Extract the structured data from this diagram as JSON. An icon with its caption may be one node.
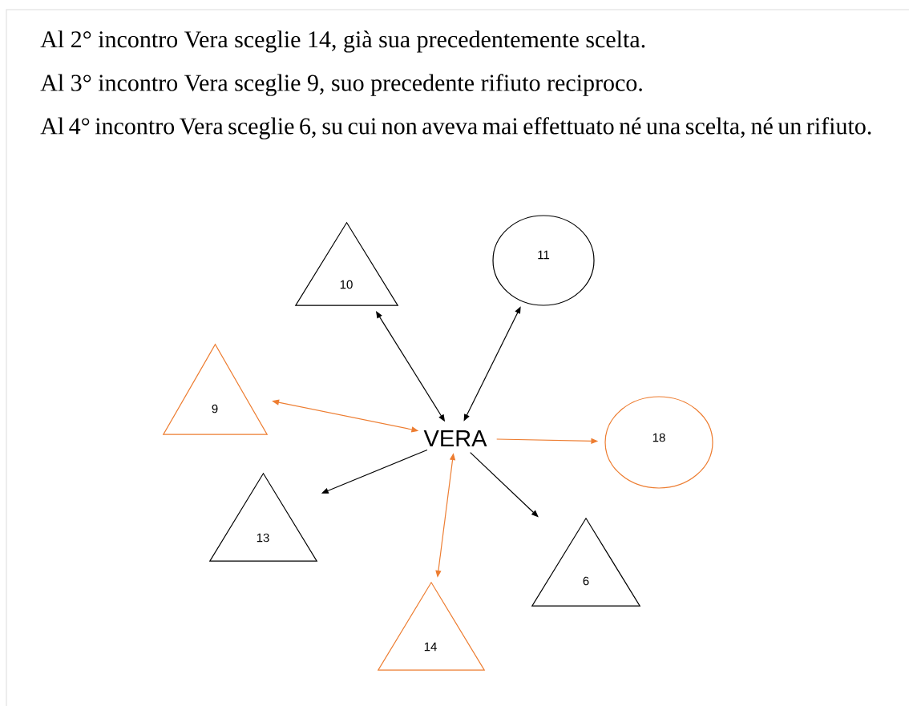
{
  "diagram": {
    "nodes": [
      {
        "text": [
          "10"
        ]
      },
      {
        "text": [
          "11"
        ]
      },
      {
        "text": [
          "9"
        ]
      },
      {
        "text": [
          "VERA"
        ]
      },
      {
        "text": [
          "18"
        ]
      },
      {
        "text": [
          "13"
        ]
      },
      {
        "text": [
          "6"
        ]
      },
      {
        "text": [
          "14"
        ]
      }
    ],
    "edges": [
      {
        "from": 3,
        "to": 0,
        "arrow": "both"
      },
      {
        "from": 3,
        "to": 1,
        "arrow": "both"
      },
      {
        "from": 3,
        "to": 2,
        "arrow": "both",
        "color": "#ed7d31"
      },
      {
        "from": 3,
        "to": 4,
        "arrow": "to",
        "color": "#ed7d31"
      },
      {
        "from": 3,
        "to": 5,
        "arrow": "to"
      },
      {
        "from": 3,
        "to": 6,
        "arrow": "to"
      },
      {
        "from": 3,
        "to": 7,
        "arrow": "both",
        "color": "#ed7d31"
      }
    ],
    "labels": [
      "Al 2° incontro Vera sceglie 14, già sua precedentemente scelta.",
      "Al 3° incontro Vera sceglie 9, suo precedente rifiuto reciproco.",
      "Al 4° incontro Vera sceglie 6, su cui non aveva mai effettuato né una scelta, né un rifiuto."
    ]
  }
}
